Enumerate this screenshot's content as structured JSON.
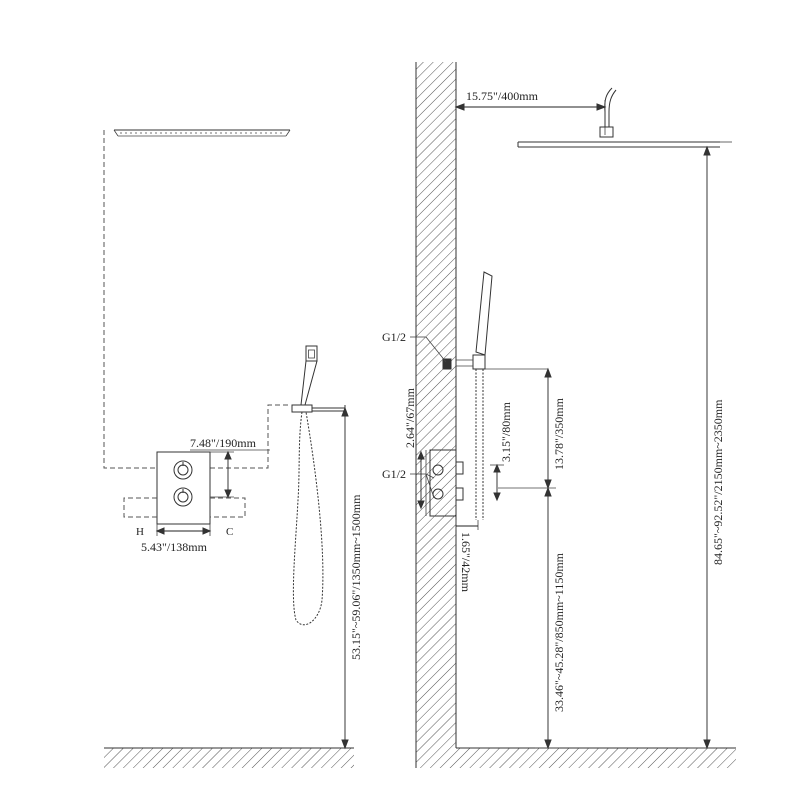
{
  "dimensions": {
    "arm_length": "15.75\"/400mm",
    "valve_height": "7.48\"/190mm",
    "valve_width": "5.43\"/138mm",
    "hot_label": "H",
    "cold_label": "C",
    "holder_height_range": "53.15\"~59.06\"/1350mm~1500mm",
    "spacing_67": "2.64\"/67mm",
    "spacing_80": "3.15\"/80mm",
    "spacing_350": "13.78\"/350mm",
    "valve_floor_range": "33.46\"~45.28\"/850mm~1150mm",
    "head_floor_range": "84.65\"~92.52\"/2150mm~2350mm",
    "depth_42": "1.65\"/42mm",
    "thread_upper": "G1/2",
    "thread_lower": "G1/2"
  },
  "colors": {
    "line": "#333333",
    "hatch": "#555555",
    "background": "#ffffff"
  }
}
